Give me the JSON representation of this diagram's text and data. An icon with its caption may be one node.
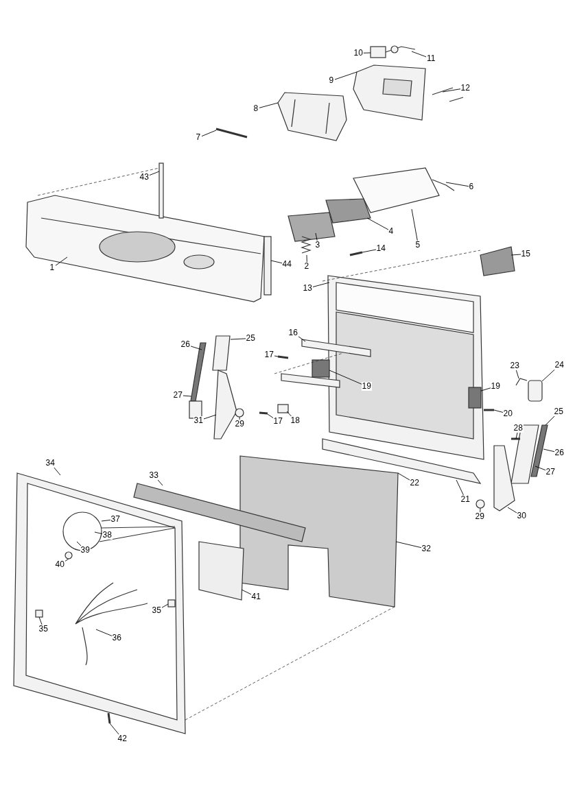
{
  "diagram": {
    "nodes": [
      {
        "text": [
          "10"
        ]
      },
      {
        "text": [
          "11"
        ]
      },
      {
        "text": [
          "9"
        ]
      },
      {
        "text": [
          "12"
        ]
      },
      {
        "text": [
          "8"
        ]
      },
      {
        "text": [
          "7"
        ]
      },
      {
        "text": [
          "43"
        ]
      },
      {
        "text": [
          "6"
        ]
      },
      {
        "text": [
          "4"
        ]
      },
      {
        "text": [
          "5"
        ]
      },
      {
        "text": [
          "3"
        ]
      },
      {
        "text": [
          "2"
        ]
      },
      {
        "text": [
          "14"
        ]
      },
      {
        "text": [
          "15"
        ]
      },
      {
        "text": [
          "44"
        ]
      },
      {
        "text": [
          "1"
        ]
      },
      {
        "text": [
          "13"
        ]
      },
      {
        "text": [
          "25"
        ]
      },
      {
        "text": [
          "26"
        ]
      },
      {
        "text": [
          "16"
        ]
      },
      {
        "text": [
          "17"
        ]
      },
      {
        "text": [
          "23"
        ]
      },
      {
        "text": [
          "24"
        ]
      },
      {
        "text": [
          "19"
        ]
      },
      {
        "text": [
          "19"
        ]
      },
      {
        "text": [
          "27"
        ]
      },
      {
        "text": [
          "20"
        ]
      },
      {
        "text": [
          "28"
        ]
      },
      {
        "text": [
          "25"
        ]
      },
      {
        "text": [
          "18"
        ]
      },
      {
        "text": [
          "17"
        ]
      },
      {
        "text": [
          "29"
        ]
      },
      {
        "text": [
          "31"
        ]
      },
      {
        "text": [
          "26"
        ]
      },
      {
        "text": [
          "22"
        ]
      },
      {
        "text": [
          "21"
        ]
      },
      {
        "text": [
          "27"
        ]
      },
      {
        "text": [
          "34"
        ]
      },
      {
        "text": [
          "33"
        ]
      },
      {
        "text": [
          "29"
        ]
      },
      {
        "text": [
          "30"
        ]
      },
      {
        "text": [
          "37"
        ]
      },
      {
        "text": [
          "38"
        ]
      },
      {
        "text": [
          "39"
        ]
      },
      {
        "text": [
          "32"
        ]
      },
      {
        "text": [
          "40"
        ]
      },
      {
        "text": [
          "41"
        ]
      },
      {
        "text": [
          "35"
        ]
      },
      {
        "text": [
          "35"
        ]
      },
      {
        "text": [
          "36"
        ]
      },
      {
        "text": [
          "42"
        ]
      }
    ],
    "edges": [
      {
        "from": 0,
        "to": null,
        "arrow": "none"
      },
      {
        "from": 1,
        "to": null,
        "arrow": "none"
      },
      {
        "from": 2,
        "to": null,
        "arrow": "none"
      },
      {
        "from": 3,
        "to": null,
        "arrow": "none"
      },
      {
        "from": 4,
        "to": null,
        "arrow": "none"
      },
      {
        "from": 5,
        "to": null,
        "arrow": "none"
      },
      {
        "from": 6,
        "to": null,
        "arrow": "none"
      },
      {
        "from": 7,
        "to": null,
        "arrow": "none"
      },
      {
        "from": 8,
        "to": null,
        "arrow": "none"
      },
      {
        "from": 9,
        "to": null,
        "arrow": "none"
      },
      {
        "from": 10,
        "to": null,
        "arrow": "none"
      },
      {
        "from": 11,
        "to": null,
        "arrow": "none"
      },
      {
        "from": 12,
        "to": null,
        "arrow": "none"
      },
      {
        "from": 13,
        "to": null,
        "arrow": "none"
      },
      {
        "from": 14,
        "to": null,
        "arrow": "none"
      },
      {
        "from": 15,
        "to": null,
        "arrow": "none"
      },
      {
        "from": 16,
        "to": null,
        "arrow": "none"
      },
      {
        "from": 17,
        "to": null,
        "arrow": "none"
      },
      {
        "from": 18,
        "to": null,
        "arrow": "none"
      },
      {
        "from": 19,
        "to": null,
        "arrow": "none"
      },
      {
        "from": 20,
        "to": null,
        "arrow": "none"
      },
      {
        "from": 21,
        "to": null,
        "arrow": "none"
      },
      {
        "from": 22,
        "to": null,
        "arrow": "none"
      },
      {
        "from": 23,
        "to": null,
        "arrow": "none"
      },
      {
        "from": 24,
        "to": null,
        "arrow": "none"
      },
      {
        "from": 25,
        "to": null,
        "arrow": "none"
      },
      {
        "from": 26,
        "to": null,
        "arrow": "none"
      },
      {
        "from": 27,
        "to": null,
        "arrow": "none"
      },
      {
        "from": 28,
        "to": null,
        "arrow": "none"
      },
      {
        "from": 29,
        "to": null,
        "arrow": "none"
      },
      {
        "from": 30,
        "to": null,
        "arrow": "none"
      },
      {
        "from": 31,
        "to": null,
        "arrow": "none"
      },
      {
        "from": 32,
        "to": null,
        "arrow": "none"
      },
      {
        "from": 33,
        "to": null,
        "arrow": "none"
      },
      {
        "from": 34,
        "to": null,
        "arrow": "none"
      },
      {
        "from": 35,
        "to": null,
        "arrow": "none"
      },
      {
        "from": 36,
        "to": null,
        "arrow": "none"
      },
      {
        "from": 37,
        "to": null,
        "arrow": "none"
      },
      {
        "from": 38,
        "to": null,
        "arrow": "none"
      },
      {
        "from": 39,
        "to": null,
        "arrow": "none"
      },
      {
        "from": 40,
        "to": null,
        "arrow": "none"
      },
      {
        "from": 41,
        "to": null,
        "arrow": "none"
      },
      {
        "from": 42,
        "to": null,
        "arrow": "none"
      },
      {
        "from": 43,
        "to": null,
        "arrow": "none"
      },
      {
        "from": 44,
        "to": null,
        "arrow": "none"
      },
      {
        "from": 45,
        "to": null,
        "arrow": "none"
      },
      {
        "from": 46,
        "to": null,
        "arrow": "none"
      },
      {
        "from": 47,
        "to": null,
        "arrow": "none"
      },
      {
        "from": 48,
        "to": null,
        "arrow": "none"
      },
      {
        "from": 49,
        "to": null,
        "arrow": "none"
      },
      {
        "from": 50,
        "to": null,
        "arrow": "none"
      }
    ]
  }
}
